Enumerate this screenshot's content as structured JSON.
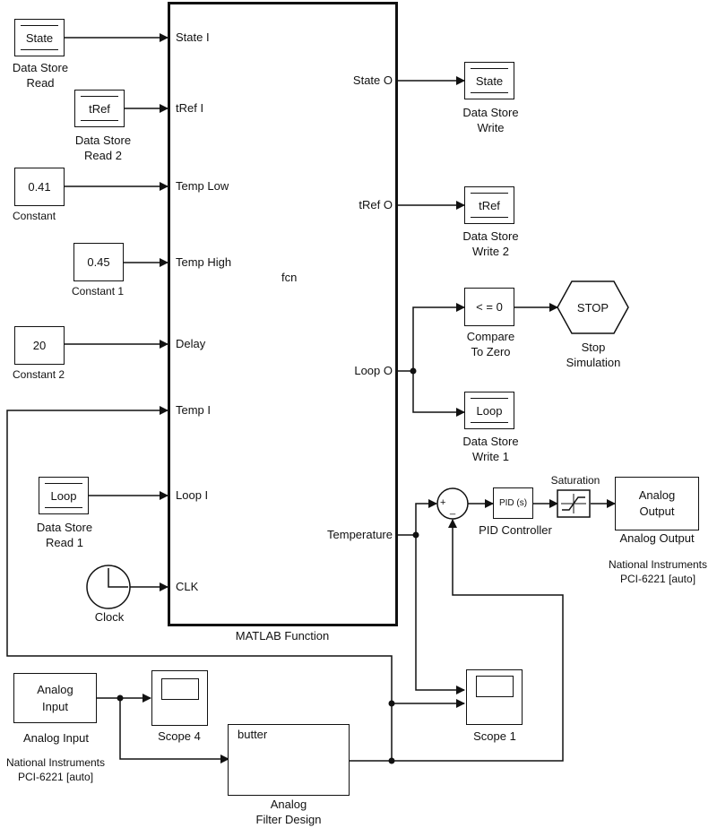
{
  "diagram": {
    "type": "Simulink model",
    "main_block": {
      "name": "MATLAB Function",
      "function_name": "fcn",
      "inputs": [
        "State I",
        "tRef I",
        "Temp Low",
        "Temp High",
        "Delay",
        "Temp I",
        "Loop I",
        "CLK"
      ],
      "outputs": [
        "State O",
        "tRef O",
        "Loop O",
        "Temperature"
      ]
    },
    "sources": {
      "ds_read": {
        "value": "State",
        "label": "Data Store\nRead"
      },
      "ds_read2": {
        "value": "tRef",
        "label": "Data Store\nRead 2"
      },
      "const": {
        "value": "0.41",
        "label": "Constant"
      },
      "const1": {
        "value": "0.45",
        "label": "Constant 1"
      },
      "const2": {
        "value": "20",
        "label": "Constant 2"
      },
      "ds_read1": {
        "value": "Loop",
        "label": "Data Store\nRead 1"
      },
      "clock": {
        "label": "Clock"
      }
    },
    "sinks": {
      "ds_write": {
        "value": "State",
        "label": "Data Store\nWrite"
      },
      "ds_write2": {
        "value": "tRef",
        "label": "Data Store\nWrite 2"
      },
      "compare": {
        "value": "< = 0",
        "label": "Compare\nTo Zero"
      },
      "stop": {
        "value": "STOP",
        "label": "Stop\nSimulation"
      },
      "ds_write1": {
        "value": "Loop",
        "label": "Data Store\nWrite 1"
      }
    },
    "control": {
      "sum_plus": "+",
      "sum_minus": "_",
      "pid": {
        "value": "PID (s)",
        "label": "PID Controller"
      },
      "saturation": {
        "label": "Saturation"
      },
      "analog_output": {
        "value": "Analog\nOutput",
        "label": "Analog Output",
        "device": "National Instruments\nPCI-6221 [auto]"
      }
    },
    "io": {
      "analog_input": {
        "value": "Analog\nInput",
        "label": "Analog Input",
        "device": "National Instruments\nPCI-6221 [auto]"
      },
      "scope4": {
        "label": "Scope 4"
      },
      "filter": {
        "value": "butter",
        "label": "Analog\nFilter Design"
      },
      "scope1": {
        "label": "Scope 1"
      }
    }
  }
}
